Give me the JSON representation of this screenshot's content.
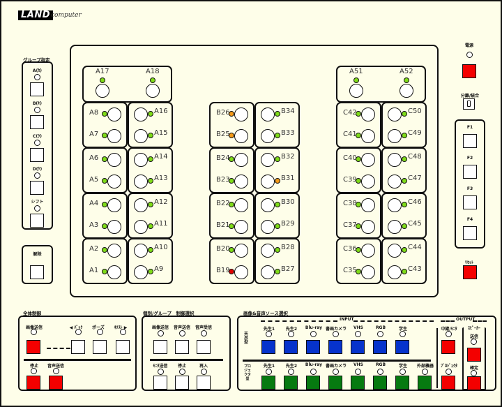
{
  "brand": {
    "logo": "LAND",
    "sub": "computer"
  },
  "group": {
    "title": "グループ指定",
    "items": [
      {
        "label": "A(ｶ)"
      },
      {
        "label": "B(ｷ)"
      },
      {
        "label": "C(ｸ)"
      },
      {
        "label": "D(ｹ)"
      },
      {
        "label": "シフト"
      }
    ]
  },
  "kaijo": {
    "label": "解除"
  },
  "seats": {
    "a_top": [
      {
        "label": "A17",
        "led": "green"
      },
      {
        "label": "A18",
        "led": "green"
      }
    ],
    "a_left": [
      {
        "label": "A8",
        "led": "green"
      },
      {
        "label": "A7",
        "led": "green"
      },
      {
        "label": "A6",
        "led": "green"
      },
      {
        "label": "A5",
        "led": "green"
      },
      {
        "label": "A4",
        "led": "green"
      },
      {
        "label": "A3",
        "led": "green"
      },
      {
        "label": "A2",
        "led": "green"
      },
      {
        "label": "A1",
        "led": "green"
      }
    ],
    "a_right": [
      {
        "label": "A16",
        "led": "green"
      },
      {
        "label": "A15",
        "led": "green"
      },
      {
        "label": "A14",
        "led": "green"
      },
      {
        "label": "A13",
        "led": "green"
      },
      {
        "label": "A12",
        "led": "green"
      },
      {
        "label": "A11",
        "led": "green"
      },
      {
        "label": "A10",
        "led": "green"
      },
      {
        "label": "A9",
        "led": "green"
      }
    ],
    "b_left": [
      {
        "label": "B26",
        "led": "orange"
      },
      {
        "label": "B25",
        "led": "orange"
      },
      {
        "label": "B24",
        "led": "green"
      },
      {
        "label": "B23",
        "led": "green"
      },
      {
        "label": "B22",
        "led": "green"
      },
      {
        "label": "B21",
        "led": "green"
      },
      {
        "label": "B20",
        "led": "green"
      },
      {
        "label": "B19",
        "led": "red"
      }
    ],
    "b_right": [
      {
        "label": "B34",
        "led": "green"
      },
      {
        "label": "B33",
        "led": "green"
      },
      {
        "label": "B32",
        "led": "green"
      },
      {
        "label": "B31",
        "led": "orange"
      },
      {
        "label": "B30",
        "led": "green"
      },
      {
        "label": "B29",
        "led": "green"
      },
      {
        "label": "B28",
        "led": "green"
      },
      {
        "label": "B27",
        "led": "green"
      }
    ],
    "c_top": [
      {
        "label": "A51",
        "led": "green"
      },
      {
        "label": "A52",
        "led": "green"
      }
    ],
    "c_left": [
      {
        "label": "C42",
        "led": "green"
      },
      {
        "label": "C41",
        "led": "green"
      },
      {
        "label": "C40",
        "led": "green"
      },
      {
        "label": "C39",
        "led": "green"
      },
      {
        "label": "C38",
        "led": "green"
      },
      {
        "label": "C37",
        "led": "green"
      },
      {
        "label": "C36",
        "led": "green"
      },
      {
        "label": "C35",
        "led": "green"
      }
    ],
    "c_right": [
      {
        "label": "C50",
        "led": "green"
      },
      {
        "label": "C49",
        "led": "green"
      },
      {
        "label": "C48",
        "led": "green"
      },
      {
        "label": "C47",
        "led": "green"
      },
      {
        "label": "C46",
        "led": "green"
      },
      {
        "label": "C45",
        "led": "green"
      },
      {
        "label": "C44",
        "led": "green"
      },
      {
        "label": "C43",
        "led": "green"
      }
    ]
  },
  "right": {
    "power": "電源",
    "split": "分離/統合",
    "f_keys": [
      "F1",
      "F2",
      "F3",
      "F4"
    ],
    "reset": "ﾘｾｯﾄ"
  },
  "overall": {
    "title": "全体制御",
    "playback_label": "画像送信",
    "back_label": "◀ ﾊﾞｯｸ",
    "pause_label": "ポーズ",
    "next_label": "ﾈｸｽﾄ ▶",
    "stop_label": "停止",
    "audio_label": "音声送信"
  },
  "individual": {
    "title": "個別/グループ　制御選択",
    "top": [
      "画像送信",
      "音声送信",
      "音声受信"
    ],
    "bottom": [
      "ﾓﾆﾀ送信",
      "停止",
      "再入"
    ]
  },
  "source": {
    "title": "画像&音声ソース選択",
    "input_label": "INPUT",
    "output_label": "OUTPUT",
    "row1_label": "天吊型",
    "row2_label": "プロジェクタ型",
    "row1": [
      "先生1",
      "先生2",
      "Blu-ray",
      "書画カメラ",
      "VHS",
      "RGB",
      "学生"
    ],
    "row2": [
      "先生1",
      "先生2",
      "Blu-ray",
      "書画カメラ",
      "VHS",
      "RGB",
      "学生",
      "外部機器"
    ],
    "out_row1": "中継/ﾓﾆﾀ",
    "out_row2": "ﾌﾟﾛｼﾞｪｸﾀ",
    "speaker_label": "ｽﾋﾟｰｶｰ",
    "speaker_row1": "送信",
    "speaker_row2": "確定"
  },
  "colors": {
    "led_green": "#7fdc19",
    "led_orange": "#f59a18",
    "led_red": "#e00000",
    "btn_red": "#f40000",
    "btn_blue": "#0633cc",
    "btn_green": "#067a10",
    "background": "#fefee9"
  }
}
